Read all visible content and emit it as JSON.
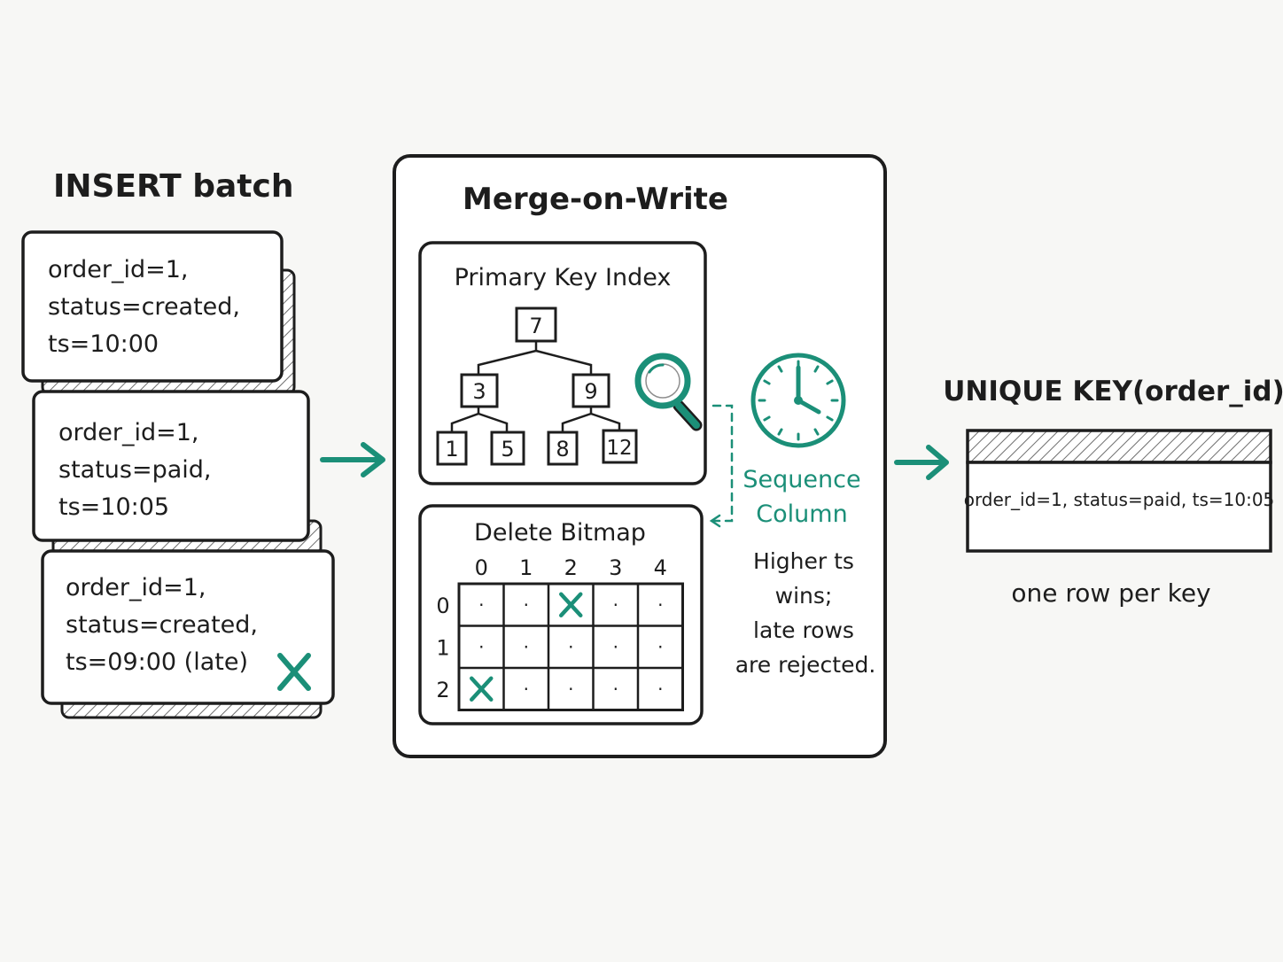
{
  "insert_batch": {
    "title": "INSERT batch",
    "cards": [
      {
        "lines": [
          "order_id=1,",
          "status=created,",
          "ts=10:00"
        ]
      },
      {
        "lines": [
          "order_id=1,",
          "status=paid,",
          "ts=10:05"
        ]
      },
      {
        "lines": [
          "order_id=1,",
          "status=created,",
          "ts=09:00 (late)"
        ],
        "rejected": true
      }
    ]
  },
  "merge": {
    "title": "Merge-on-Write",
    "pk_index": {
      "title": "Primary Key Index",
      "root": "7",
      "level1": [
        "3",
        "9"
      ],
      "leaves": [
        "1",
        "5",
        "8",
        "12"
      ]
    },
    "delete_bitmap": {
      "title": "Delete Bitmap",
      "col_labels": [
        "0",
        "1",
        "2",
        "3",
        "4"
      ],
      "row_labels": [
        "0",
        "1",
        "2"
      ],
      "cells": [
        [
          "·",
          "·",
          "X",
          "·",
          "·"
        ],
        [
          "·",
          "·",
          "·",
          "·",
          "·"
        ],
        [
          "X",
          "·",
          "·",
          "·",
          "·"
        ]
      ]
    },
    "sequence": {
      "label_lines": [
        "Sequence",
        "Column"
      ],
      "note_lines": [
        "Higher ts",
        "wins;",
        "late rows",
        "are rejected."
      ]
    }
  },
  "result": {
    "title": "UNIQUE KEY(order_id)",
    "row": "order_id=1, status=paid, ts=10:05",
    "caption": "one row per key"
  },
  "colors": {
    "accent": "#1b8f78",
    "ink": "#1d1d1d",
    "background": "#f7f7f5",
    "card": "#ffffff"
  },
  "icons": [
    "magnifier-icon",
    "clock-icon",
    "arrow-right-icon",
    "x-mark-icon"
  ]
}
